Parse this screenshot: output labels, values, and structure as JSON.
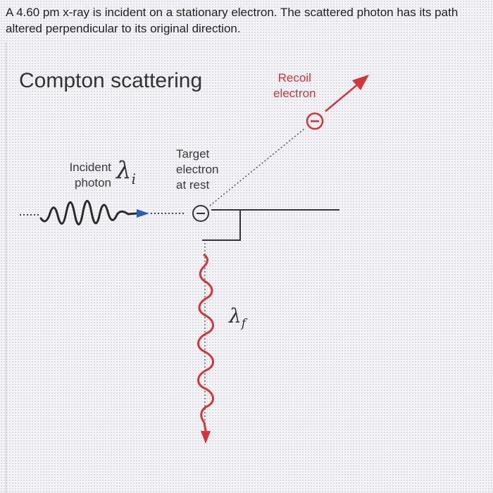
{
  "question": {
    "text": "A 4.60 pm x-ray is incident on a stationary electron. The scattered photon has its path altered perpendicular to its original direction."
  },
  "diagram": {
    "title": "Compton scattering",
    "incident_photon_label": [
      "Incident",
      "photon"
    ],
    "target_electron_label": [
      "Target",
      "electron",
      "at rest"
    ],
    "recoil_electron_label": [
      "Recoil",
      "electron"
    ],
    "lambda_i": {
      "base": "λ",
      "sub": "i"
    },
    "lambda_f": {
      "base": "λ",
      "sub": "f"
    },
    "electron_symbol": "−",
    "colors": {
      "incident_wave": "#2a2a2a",
      "incident_arrow": "#2c5fb8",
      "scattered_wave": "#d2363b",
      "recoil": "#d2363b",
      "lines": "#333333"
    }
  }
}
